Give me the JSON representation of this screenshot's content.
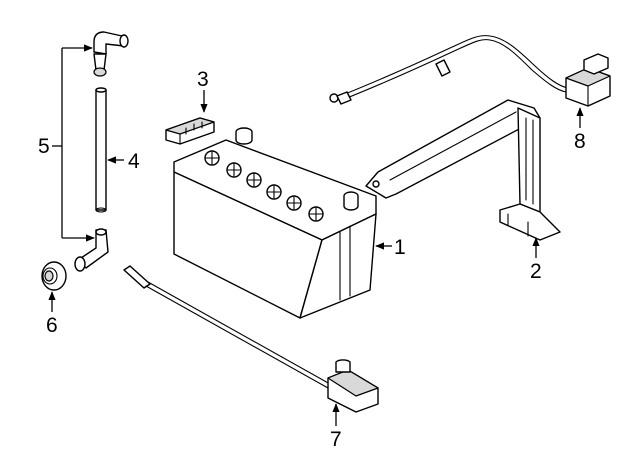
{
  "diagram": {
    "callouts": [
      {
        "id": "1",
        "part": "battery"
      },
      {
        "id": "2",
        "part": "hold-down-bracket"
      },
      {
        "id": "3",
        "part": "terminal-cover"
      },
      {
        "id": "4",
        "part": "vent-tube"
      },
      {
        "id": "5",
        "part": "vent-elbow-pair"
      },
      {
        "id": "6",
        "part": "grommet"
      },
      {
        "id": "7",
        "part": "negative-cable"
      },
      {
        "id": "8",
        "part": "positive-cable"
      }
    ],
    "colors": {
      "line": "#000000",
      "shade": "#d9d9d9",
      "background": "#ffffff"
    }
  }
}
